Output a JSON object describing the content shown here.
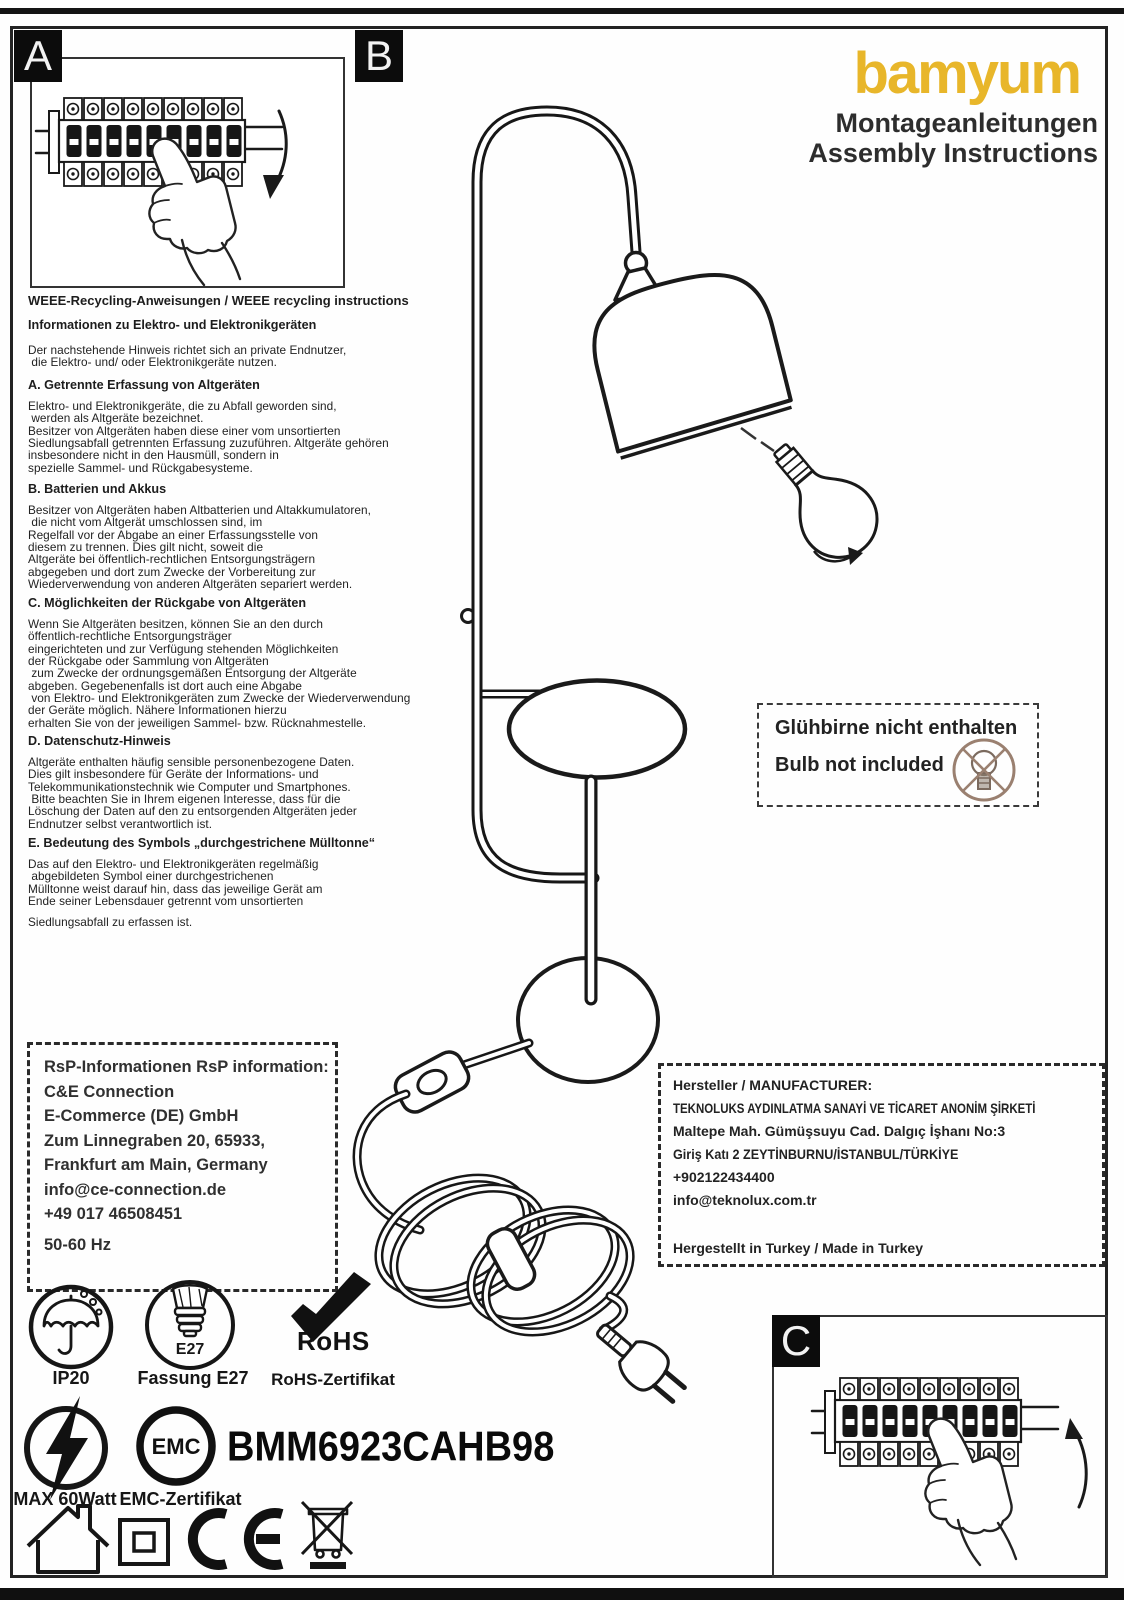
{
  "panels": {
    "a_label": "A",
    "b_label": "B",
    "c_label": "C"
  },
  "header": {
    "brand": "bamyum",
    "brand_color": "#e8b62a",
    "subtitle_de": "Montageanleitungen",
    "subtitle_en": "Assembly Instructions"
  },
  "weee": {
    "title": "WEEE-Recycling-Anweisungen / WEEE recycling instructions",
    "intro_heading": "Informationen zu Elektro- und Elektronikgeräten",
    "intro_body": "Der nachstehende Hinweis richtet sich an private Endnutzer,\n die Elektro- und/ oder Elektronikgeräte nutzen.",
    "sections": [
      {
        "heading": "A. Getrennte Erfassung von Altgeräten",
        "body": "Elektro- und Elektronikgeräte, die zu Abfall geworden sind,\n werden als Altgeräte bezeichnet.\nBesitzer von Altgeräten haben diese einer vom unsortierten\nSiedlungsabfall getrennten Erfassung zuzuführen. Altgeräte gehören\ninsbesondere nicht in den Hausmüll, sondern in\nspezielle Sammel- und Rückgabesysteme."
      },
      {
        "heading": "B. Batterien und Akkus",
        "body": "Besitzer von Altgeräten haben Altbatterien und Altakkumulatoren,\n die nicht vom Altgerät umschlossen sind, im\nRegelfall vor der Abgabe an einer Erfassungsstelle von\ndiesem zu trennen. Dies gilt nicht, soweit die\nAltgeräte bei öffentlich-rechtlichen Entsorgungsträgern\nabgegeben und dort zum Zwecke der Vorbereitung zur\nWiederverwendung von anderen Altgeräten separiert werden."
      },
      {
        "heading": "C. Möglichkeiten der Rückgabe von Altgeräten",
        "body": "Wenn Sie Altgeräten besitzen, können Sie an den durch\nöffentlich-rechtliche Entsorgungsträger\neingerichteten und zur Verfügung stehenden Möglichkeiten\nder Rückgabe oder Sammlung von Altgeräten\n zum Zwecke der ordnungsgemäßen Entsorgung der Altgeräte\nabgeben. Gegebenenfalls ist dort auch eine Abgabe\n von Elektro- und Elektronikgeräten zum Zwecke der Wiederverwendung\nder Geräte möglich. Nähere Informationen hierzu\nerhalten Sie von der jeweiligen Sammel- bzw. Rücknahmestelle."
      },
      {
        "heading": "D. Datenschutz-Hinweis",
        "body": "Altgeräte enthalten häufig sensible personenbezogene Daten.\nDies gilt insbesondere für Geräte der Informations- und\nTelekommunikationstechnik wie Computer und Smartphones.\n Bitte beachten Sie in Ihrem eigenen Interesse, dass für die\nLöschung der Daten auf den zu entsorgenden Altgeräten jeder\nEndnutzer selbst verantwortlich ist."
      },
      {
        "heading": "E. Bedeutung des Symbols „durchgestrichene Mülltonne“",
        "body": "Das auf den Elektro- und Elektronikgeräten regelmäßig\n abgebildeten Symbol einer durchgestrichenen\nMülltonne weist darauf hin, dass das jeweilige Gerät am\nEnde seiner Lebensdauer getrennt vom unsortierten"
      }
    ],
    "footer": "Siedlungsabfall zu erfassen ist."
  },
  "bulb_note": {
    "line_de": "Glühbirne nicht enthalten",
    "line_en": "Bulb not included"
  },
  "rsp": {
    "title": "RsP-Informationen RsP information:",
    "lines": [
      "C&E Connection",
      "E-Commerce (DE) GmbH",
      "Zum Linnegraben 20, 65933,",
      "Frankfurt am Main, Germany",
      "info@ce-connection.de",
      "+49 017 46508451"
    ],
    "frequency": "50-60 Hz"
  },
  "manufacturer": {
    "title": "Hersteller / MANUFACTURER:",
    "lines": [
      "TEKNOLUKS AYDINLATMA SANAYİ VE TİCARET ANONİM ŞİRKETİ",
      "Maltepe Mah. Gümüşsuyu Cad. Dalgıç İşhanı No:3",
      "Giriş Katı 2 ZEYTİNBURNU/İSTANBUL/TÜRKİYE",
      "+902122434400",
      "info@teknolux.com.tr"
    ],
    "made_in": "Hergestellt in Turkey / Made in Turkey"
  },
  "certs": {
    "ip": {
      "label": "IP20"
    },
    "socket": {
      "icon_text": "E27",
      "label": "Fassung E27"
    },
    "rohs": {
      "icon_text": "RoHS",
      "label": "RoHS-Zertifikat"
    },
    "watt": {
      "label": "MAX 60Watt"
    },
    "emc": {
      "icon_text": "EMC",
      "label": "EMC-Zertifikat"
    },
    "product_code": "BMM6923CAHB98"
  }
}
